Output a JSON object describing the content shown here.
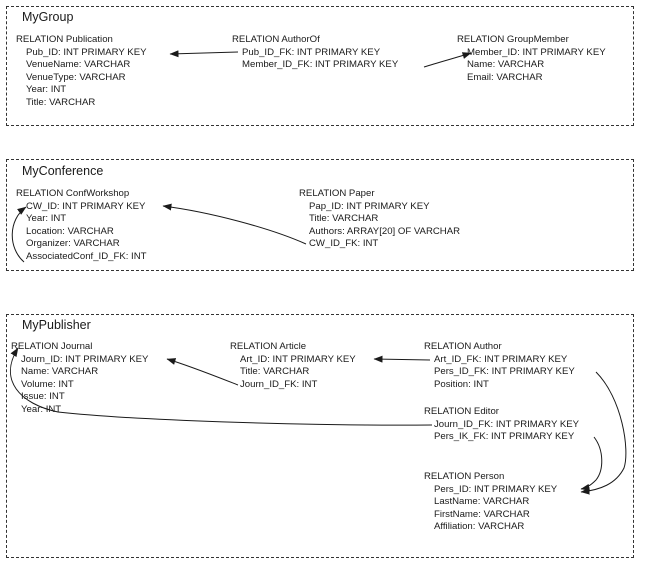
{
  "groups": [
    {
      "title": "MyGroup",
      "relations": [
        {
          "label": "RELATION  Publication",
          "attrs": [
            "Pub_ID: INT PRIMARY KEY",
            "VenueName:  VARCHAR",
            "VenueType:  VARCHAR",
            "Year: INT",
            "Title: VARCHAR"
          ]
        },
        {
          "label": "RELATION  AuthorOf",
          "attrs": [
            "Pub_ID_FK: INT PRIMARY KEY",
            "Member_ID_FK: INT PRIMARY KEY"
          ]
        },
        {
          "label": "RELATION  GroupMember",
          "attrs": [
            "Member_ID: INT PRIMARY KEY",
            "Name:  VARCHAR",
            "Email:  VARCHAR"
          ]
        }
      ]
    },
    {
      "title": "MyConference",
      "relations": [
        {
          "label": "RELATION  ConfWorkshop",
          "attrs": [
            "CW_ID: INT PRIMARY KEY",
            "Year: INT",
            "Location:  VARCHAR",
            "Organizer:  VARCHAR",
            "AssociatedConf_ID_FK:  INT"
          ]
        },
        {
          "label": "RELATION  Paper",
          "attrs": [
            "Pap_ID: INT PRIMARY KEY",
            "Title: VARCHAR",
            "Authors: ARRAY[20]  OF  VARCHAR",
            "CW_ID_FK:  INT"
          ]
        }
      ]
    },
    {
      "title": "MyPublisher",
      "relations": [
        {
          "label": "RELATION  Journal",
          "attrs": [
            "Journ_ID: INT PRIMARY KEY",
            "Name:  VARCHAR",
            "Volume:  INT",
            "Issue: INT",
            "Year: INT"
          ]
        },
        {
          "label": "RELATION  Article",
          "attrs": [
            "Art_ID: INT PRIMARY KEY",
            "Title:  VARCHAR",
            "Journ_ID_FK:  INT"
          ]
        },
        {
          "label": "RELATION  Author",
          "attrs": [
            "Art_ID_FK:  INT PRIMARY KEY",
            "Pers_ID_FK: INT PRIMARY KEY",
            "Position:  INT"
          ]
        },
        {
          "label": "RELATION  Editor",
          "attrs": [
            "Journ_ID_FK:  INT PRIMARY KEY",
            "Pers_IK_FK:  INT PRIMARY KEY"
          ]
        },
        {
          "label": "RELATION  Person",
          "attrs": [
            "Pers_ID: INT PRIMARY KEY",
            "LastName:  VARCHAR",
            "FirstName:  VARCHAR",
            "Affiliation:  VARCHAR"
          ]
        }
      ]
    }
  ],
  "colors": {
    "line": "#1a1a1a",
    "border": "#333333"
  }
}
